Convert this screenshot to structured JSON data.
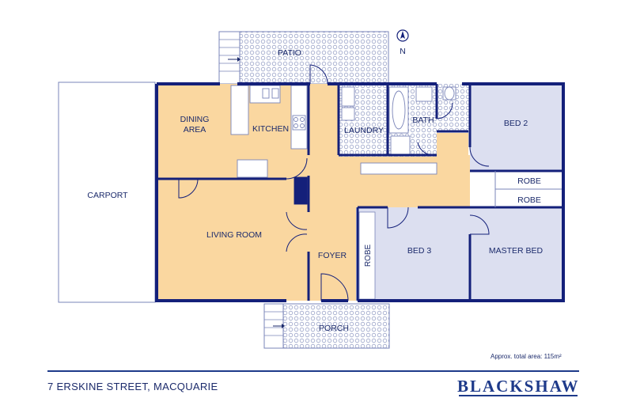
{
  "rooms": {
    "patio": "PATIO",
    "dining": "DINING",
    "dining_2": "AREA",
    "kitchen": "KITCHEN",
    "laundry": "LAUNDRY",
    "bath": "BATH",
    "bed2": "BED 2",
    "robe_1": "ROBE",
    "robe_2": "ROBE",
    "carport": "CARPORT",
    "living": "LIVING ROOM",
    "foyer": "FOYER",
    "robe_3": "ROBE",
    "bed3": "BED 3",
    "master": "MASTER BED",
    "porch": "PORCH"
  },
  "compass": {
    "label": "N"
  },
  "area_note": "Approx. total area: 115m²",
  "footer": {
    "address": "7 ERSKINE STREET, MACQUARIE",
    "brand": "BLACKSHAW"
  },
  "colors": {
    "living_fill": "#fad7a0",
    "bedroom_fill": "#dcdff0",
    "wall": "#14207a",
    "text": "#1b2a6b"
  }
}
